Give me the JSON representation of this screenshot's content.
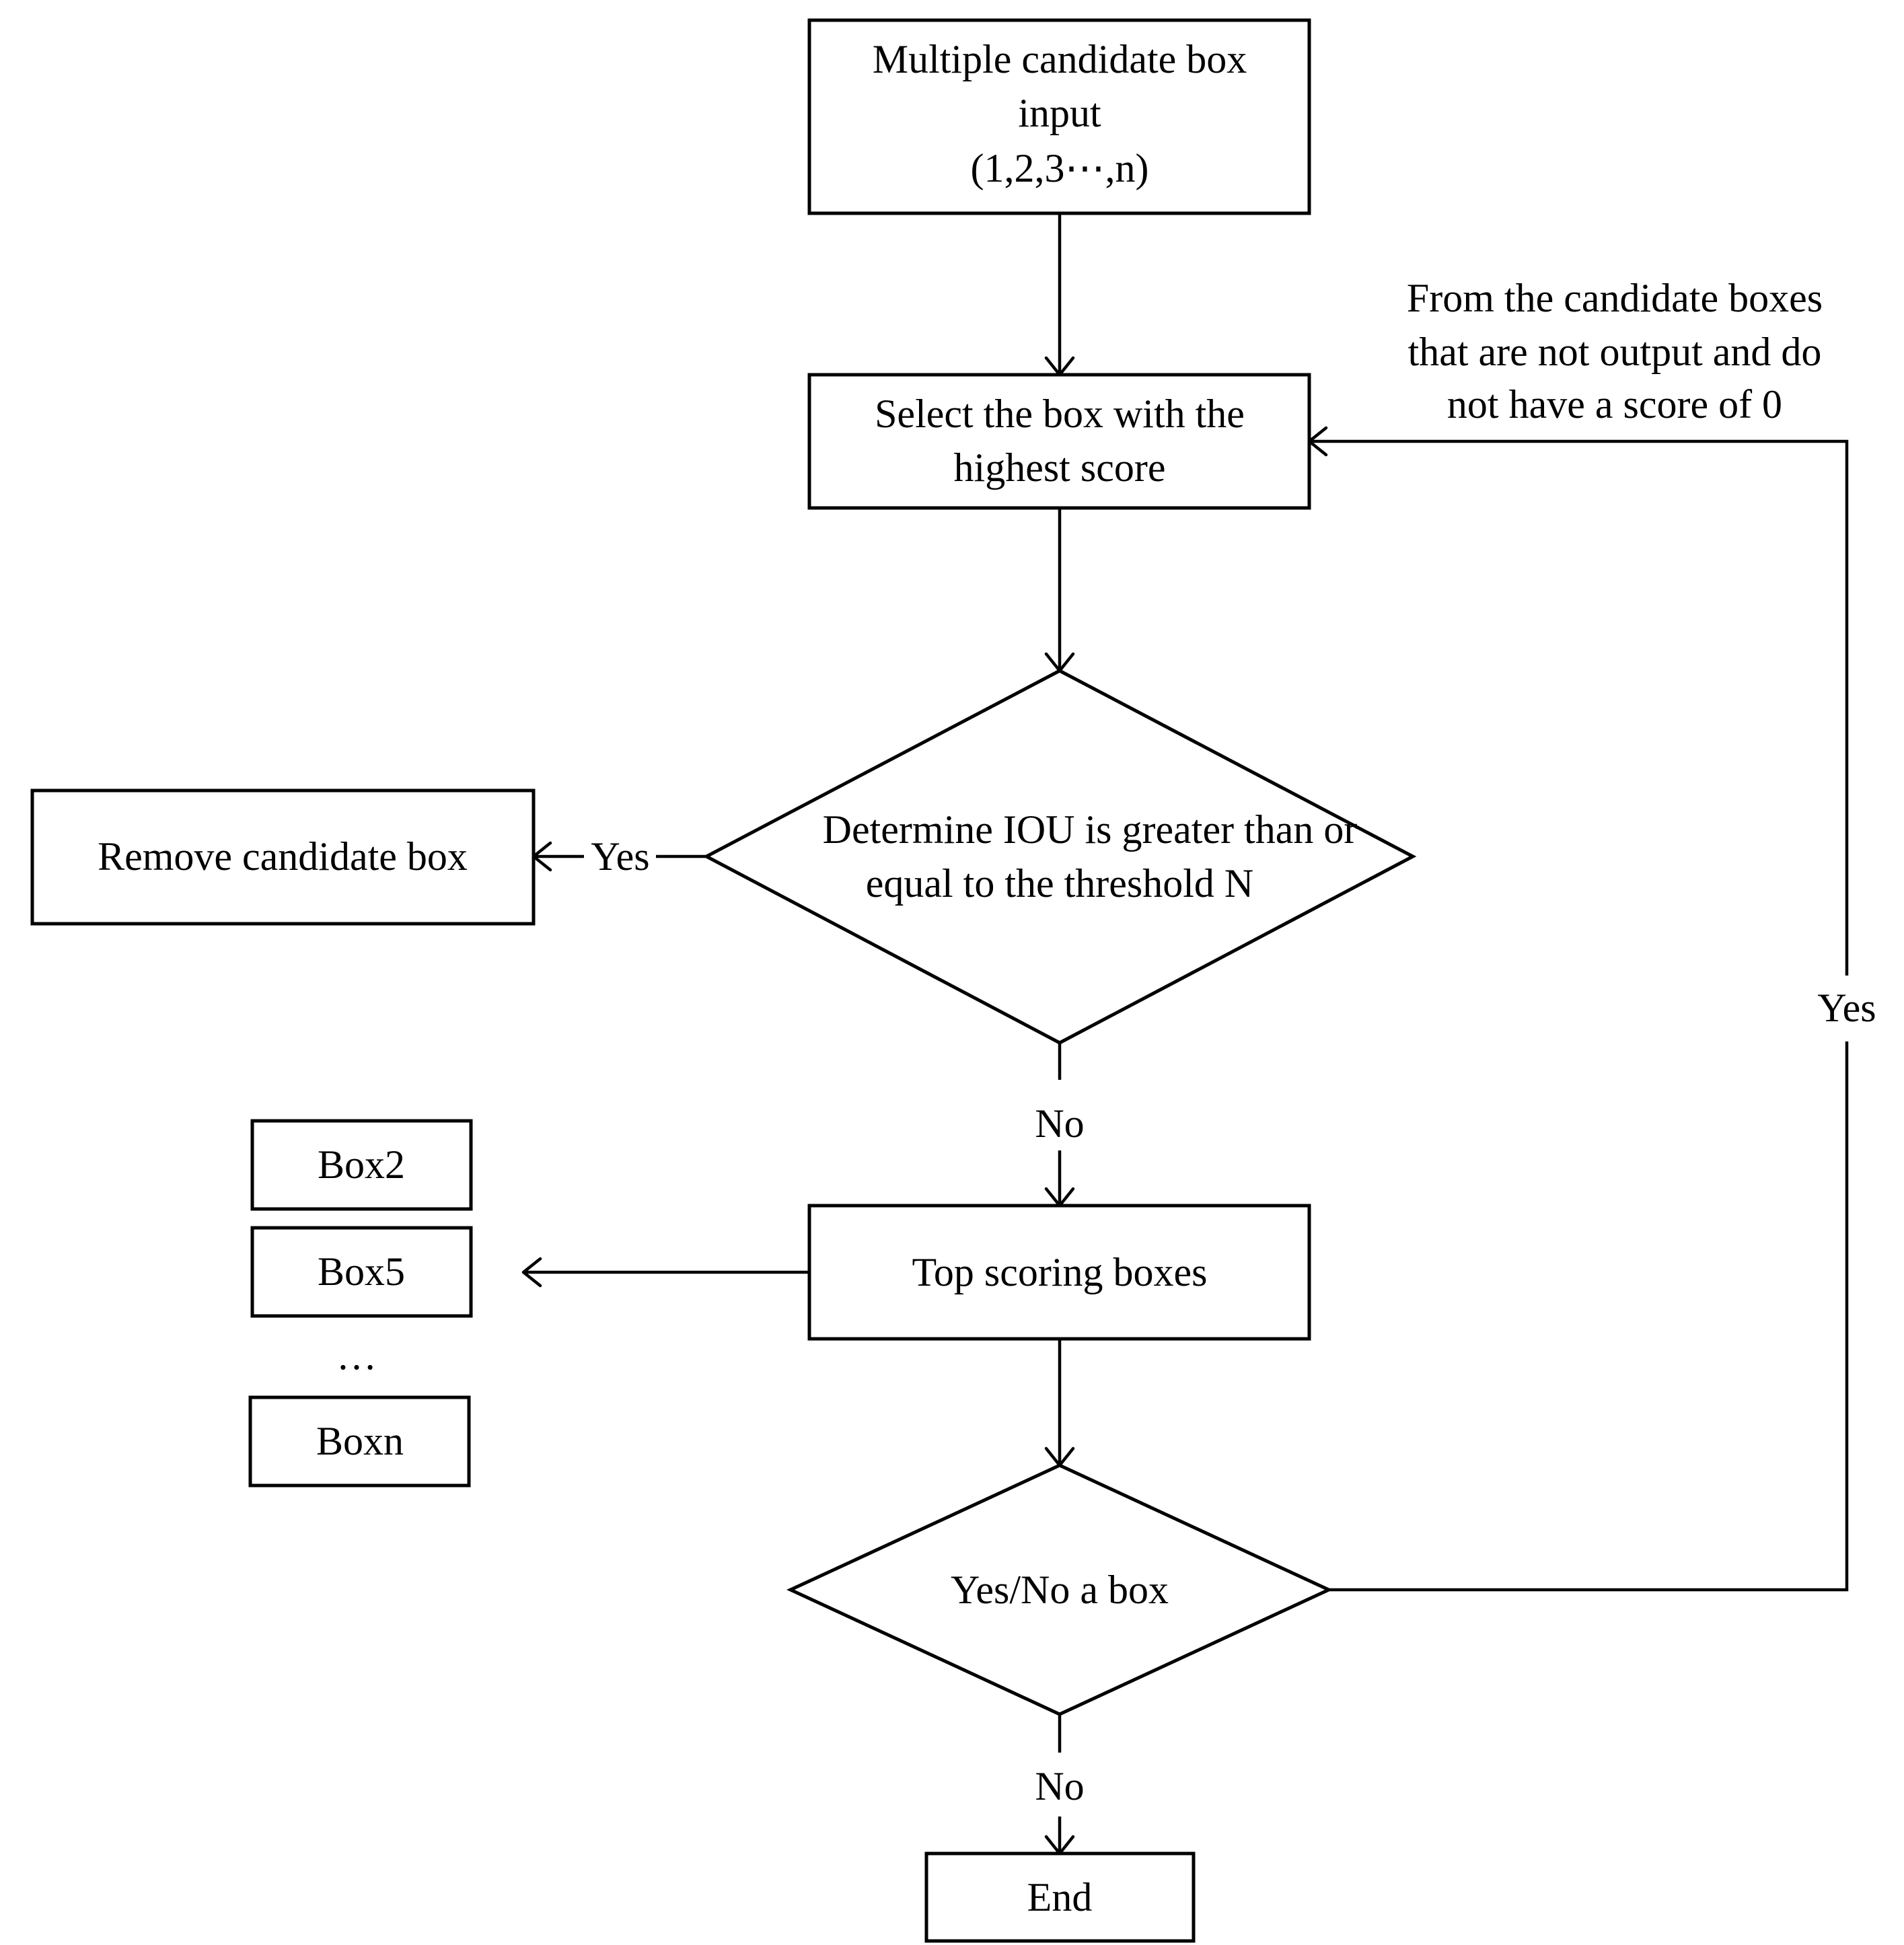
{
  "nodes": {
    "input_box": {
      "lines": [
        "Multiple candidate box",
        "input",
        "(1,2,3⋯,n)"
      ]
    },
    "select_box": {
      "lines": [
        "Select the box with the",
        "highest score"
      ]
    },
    "iou_decision": {
      "lines": [
        "Determine IOU is greater than or",
        "equal to the threshold N"
      ]
    },
    "remove_box": {
      "lines": [
        "Remove candidate box"
      ]
    },
    "top_scoring": {
      "lines": [
        "Top scoring boxes"
      ]
    },
    "box_decision": {
      "lines": [
        "Yes/No a box"
      ]
    },
    "end_box": {
      "lines": [
        "End"
      ]
    }
  },
  "output_list": {
    "items": [
      "Box2",
      "Box5",
      "Boxn"
    ],
    "ellipsis": "…"
  },
  "edge_labels": {
    "iou_yes": "Yes",
    "iou_no": "No",
    "box_yes": "Yes",
    "box_no": "No"
  },
  "loop_annotation": {
    "lines": [
      "From the candidate boxes",
      "that are not output and do",
      "not have a score of 0"
    ]
  }
}
